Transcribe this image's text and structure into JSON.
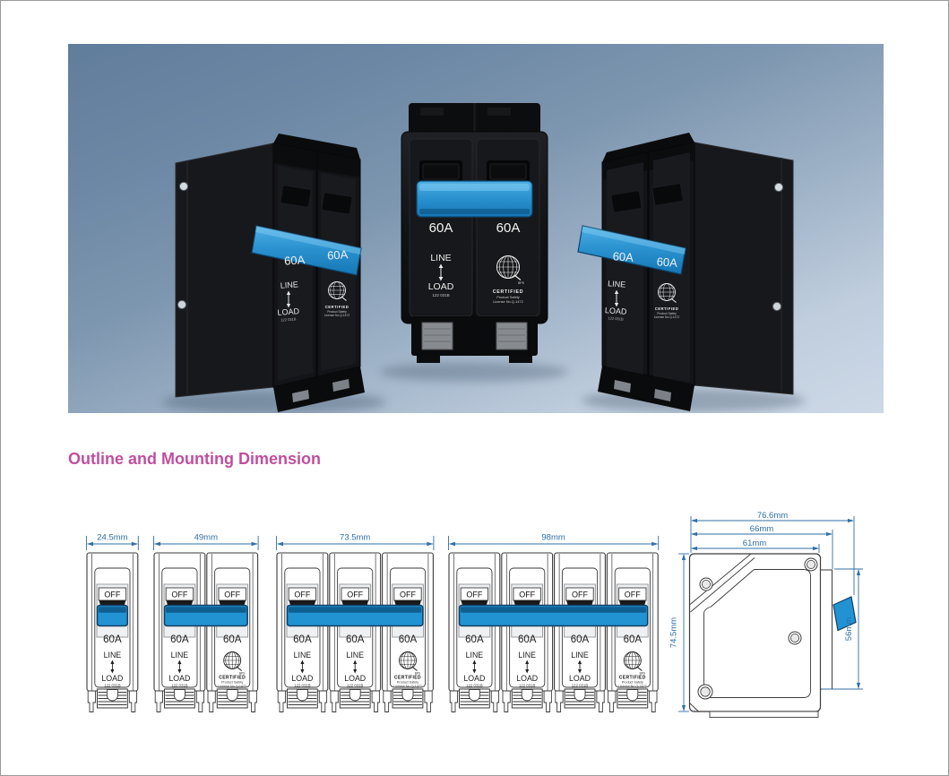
{
  "window": {
    "background": "#ffffff",
    "border_color": "#9a9a9a"
  },
  "breaker_labels": {
    "off": "OFF",
    "amp": "60A",
    "line": "LINE",
    "load": "LOAD",
    "code": "122 031B",
    "cert_title": "CERTIFIED",
    "cert_sub": "Product Safety",
    "cert_license": "License No.Q-1472",
    "cert_mark": "BPS"
  },
  "photo": {
    "bg_top_color": "#617d9c",
    "bg_bottom_color": "#cdd9e7",
    "body_color": "#131417",
    "handle_color_light": "#4fb0e6",
    "handle_color_dark": "#1677b5",
    "breakers": [
      {
        "view": "angled-left-side",
        "poles": 2
      },
      {
        "view": "front",
        "poles": 2
      },
      {
        "view": "angled-right-side",
        "poles": 2
      }
    ]
  },
  "section": {
    "title": "Outline and Mounting Dimension",
    "title_color": "#c04f9e"
  },
  "drawings": {
    "line_color": "#3a3a3a",
    "dim_color": "#2f6fa6",
    "handle_color": "#2193d3",
    "handle_dark": "#0f5e92",
    "front_views": [
      {
        "name": "1-pole",
        "poles": 1,
        "width_label": "24.5mm"
      },
      {
        "name": "2-pole",
        "poles": 2,
        "width_label": "49mm"
      },
      {
        "name": "3-pole",
        "poles": 3,
        "width_label": "73.5mm"
      },
      {
        "name": "4-pole",
        "poles": 4,
        "width_label": "98mm"
      }
    ],
    "side_view": {
      "dims_top": [
        "76.6mm",
        "66mm",
        "61mm"
      ],
      "dim_left": "74.5mm",
      "dim_right": "56mm"
    }
  }
}
